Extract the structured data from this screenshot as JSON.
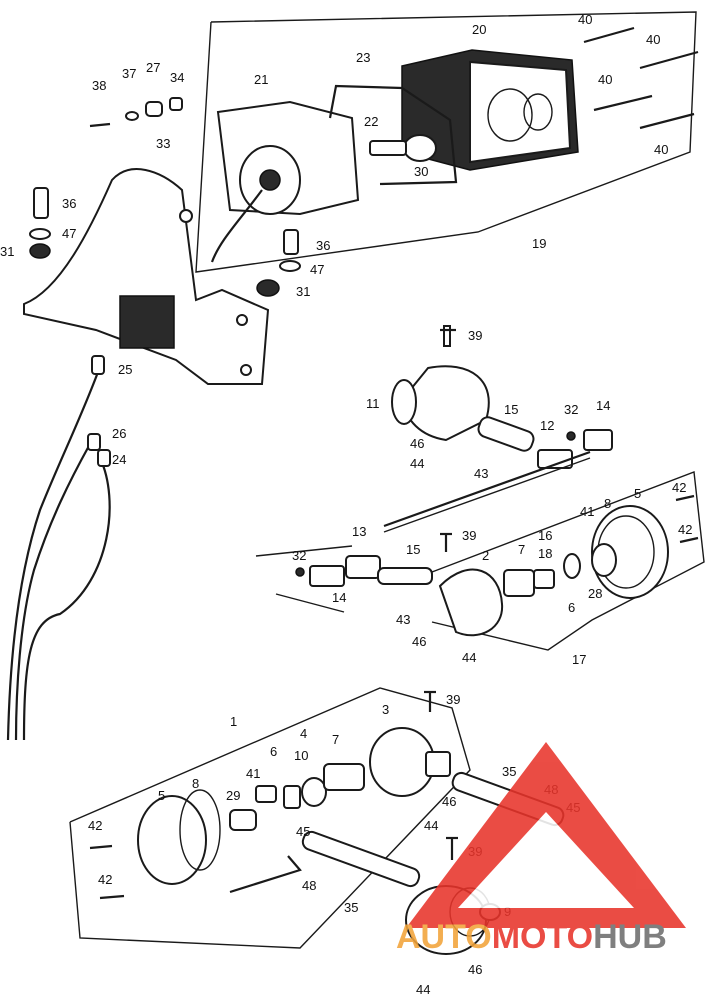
{
  "labels": [
    {
      "text": "20"
    },
    {
      "text": "40"
    },
    {
      "text": "40"
    },
    {
      "text": "40"
    },
    {
      "text": "40"
    },
    {
      "text": "23"
    },
    {
      "text": "38"
    },
    {
      "text": "37"
    },
    {
      "text": "27"
    },
    {
      "text": "34"
    },
    {
      "text": "21"
    },
    {
      "text": "22"
    },
    {
      "text": "30"
    },
    {
      "text": "33"
    },
    {
      "text": "36"
    },
    {
      "text": "47"
    },
    {
      "text": "31"
    },
    {
      "text": "19"
    },
    {
      "text": "36"
    },
    {
      "text": "47"
    },
    {
      "text": "31"
    },
    {
      "text": "25"
    },
    {
      "text": "39"
    },
    {
      "text": "11"
    },
    {
      "text": "15"
    },
    {
      "text": "12"
    },
    {
      "text": "32"
    },
    {
      "text": "14"
    },
    {
      "text": "46"
    },
    {
      "text": "44"
    },
    {
      "text": "43"
    },
    {
      "text": "26"
    },
    {
      "text": "24"
    },
    {
      "text": "41"
    },
    {
      "text": "8"
    },
    {
      "text": "5"
    },
    {
      "text": "42"
    },
    {
      "text": "42"
    },
    {
      "text": "13"
    },
    {
      "text": "39"
    },
    {
      "text": "16"
    },
    {
      "text": "7"
    },
    {
      "text": "2"
    },
    {
      "text": "18"
    },
    {
      "text": "15"
    },
    {
      "text": "32"
    },
    {
      "text": "6"
    },
    {
      "text": "28"
    },
    {
      "text": "14"
    },
    {
      "text": "43"
    },
    {
      "text": "46"
    },
    {
      "text": "44"
    },
    {
      "text": "17"
    },
    {
      "text": "39"
    },
    {
      "text": "1"
    },
    {
      "text": "3"
    },
    {
      "text": "4"
    },
    {
      "text": "7"
    },
    {
      "text": "6"
    },
    {
      "text": "10"
    },
    {
      "text": "8"
    },
    {
      "text": "41"
    },
    {
      "text": "5"
    },
    {
      "text": "29"
    },
    {
      "text": "35"
    },
    {
      "text": "48"
    },
    {
      "text": "45"
    },
    {
      "text": "46"
    },
    {
      "text": "44"
    },
    {
      "text": "42"
    },
    {
      "text": "39"
    },
    {
      "text": "45"
    },
    {
      "text": "48"
    },
    {
      "text": "42"
    },
    {
      "text": "35"
    },
    {
      "text": "9"
    },
    {
      "text": "46"
    },
    {
      "text": "44"
    }
  ],
  "watermark": {
    "word_a": "AUTO",
    "word_b": "MOTO",
    "word_c": "HUB",
    "color_red": "#e8342b",
    "color_orange": "#f2a33a",
    "color_gray": "#6e6e6e"
  }
}
